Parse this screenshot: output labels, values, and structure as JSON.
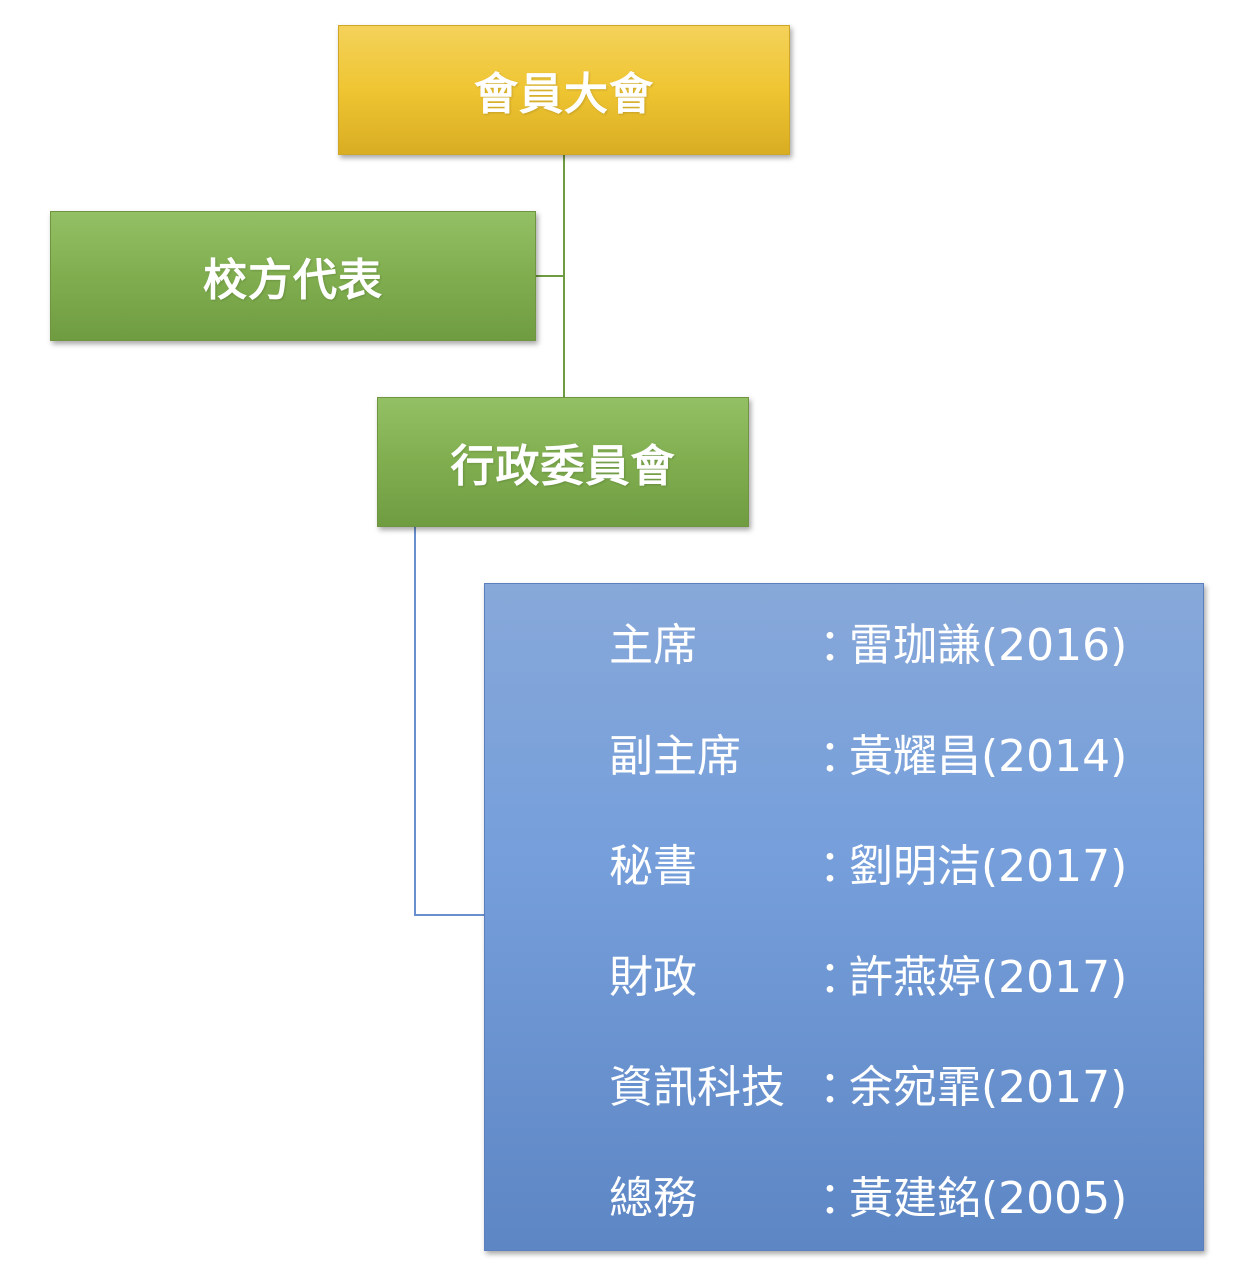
{
  "colors": {
    "general_assembly": "#efc532",
    "green_node": "#80ae4f",
    "members_box": "#769fdb",
    "green_connector": "#6f9c41",
    "blue_connector": "#6a8fcf"
  },
  "nodes": {
    "general_assembly": "會員大會",
    "school_rep": "校方代表",
    "exec_committee": "行政委員會"
  },
  "members": [
    {
      "role": "主席",
      "sep": "：",
      "name": "雷珈謙(2016)"
    },
    {
      "role": "副主席",
      "sep": "：",
      "name": "黃耀昌(2014)"
    },
    {
      "role": "秘書",
      "sep": "：",
      "name": "劉明洁(2017)"
    },
    {
      "role": "財政",
      "sep": "：",
      "name": "許燕婷(2017)"
    },
    {
      "role": "資訊科技",
      "sep": "：",
      "name": "余宛霏(2017)"
    },
    {
      "role": "總務",
      "sep": "：",
      "name": "黃建銘(2005)"
    }
  ]
}
